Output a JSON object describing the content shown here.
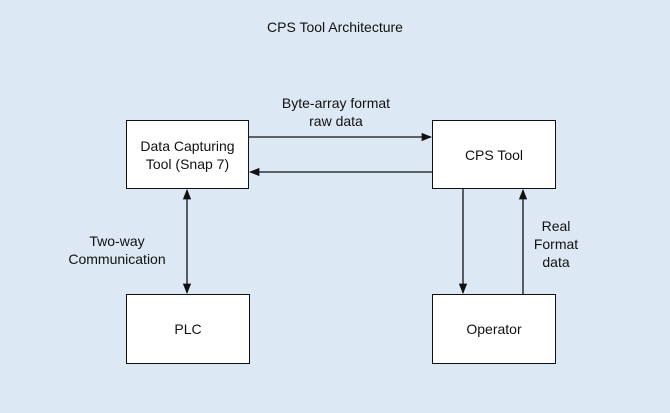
{
  "title": "CPS Tool Architecture",
  "nodes": {
    "capture": {
      "label_line1": "Data Capturing",
      "label_line2": "Tool (Snap 7)"
    },
    "cps": {
      "label": "CPS Tool"
    },
    "plc": {
      "label": "PLC"
    },
    "operator": {
      "label": "Operator"
    }
  },
  "edges": {
    "byte_array": {
      "line1": "Byte-array format",
      "line2": "raw data"
    },
    "two_way": {
      "line1": "Two-way",
      "line2": "Communication"
    },
    "real_format": {
      "line1": "Real",
      "line2": "Format",
      "line3": "data"
    }
  },
  "colors": {
    "background": "#dce9f5",
    "box_fill": "#ffffff",
    "stroke": "#111111"
  }
}
